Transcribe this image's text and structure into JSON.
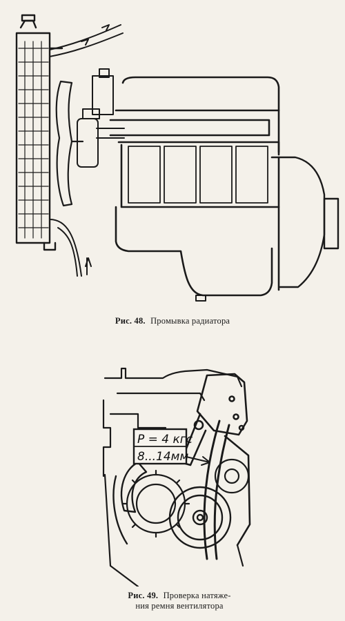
{
  "figure48": {
    "number": "Рис. 48.",
    "title": "Промывка радиатора"
  },
  "figure49": {
    "number": "Рис. 49.",
    "title_line1": "Проверка натяже-",
    "title_line2": "ния ремня вентилятора",
    "label_force": "P = 4 кгс",
    "label_deflection": "8...14мм"
  }
}
